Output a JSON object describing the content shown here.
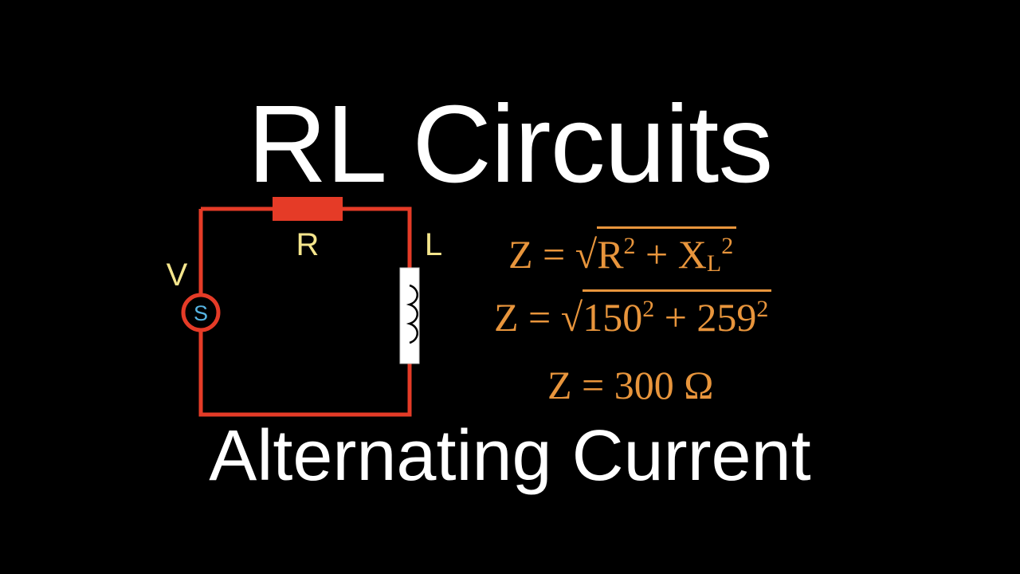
{
  "title": "RL Circuits",
  "subtitle": "Alternating Current",
  "circuit": {
    "resistor_label": "R",
    "inductor_label": "L",
    "source_label": "V",
    "source_symbol": "S",
    "wire_color": "#e53b27",
    "resistor_color": "#e53b27",
    "label_color": "#f4e58c",
    "source_symbol_color": "#56b4e3"
  },
  "equations": {
    "color": "#e8953c",
    "eq1": {
      "lhs": "Z = √",
      "r": "R",
      "r_exp": "2",
      "plus": " + ",
      "x": "X",
      "x_sub": "L",
      "x_exp": "2"
    },
    "eq2": {
      "lhs": "Z = √",
      "a": "150",
      "a_exp": "2",
      "plus": " + ",
      "b": "259",
      "b_exp": "2"
    },
    "eq3": {
      "text": "Z = 300 Ω"
    }
  }
}
